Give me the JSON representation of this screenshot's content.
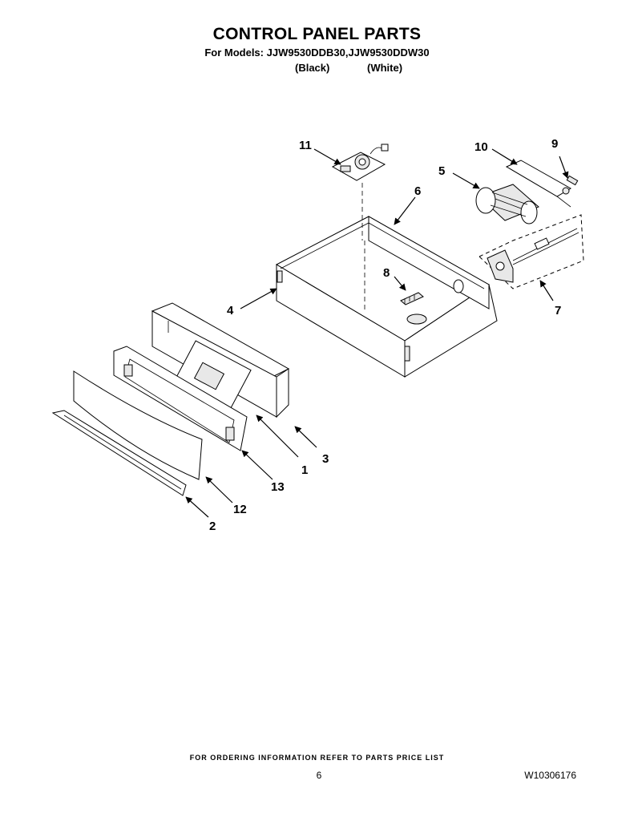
{
  "header": {
    "title": "CONTROL PANEL PARTS",
    "models_line": "For Models: JJW9530DDB30,JJW9530DDW30",
    "variant_black": "(Black)",
    "variant_white": "(White)"
  },
  "callouts": {
    "c1": "1",
    "c2": "2",
    "c3": "3",
    "c4": "4",
    "c5": "5",
    "c6": "6",
    "c7": "7",
    "c8": "8",
    "c9": "9",
    "c10": "10",
    "c11": "11",
    "c12": "12",
    "c13": "13"
  },
  "footer": {
    "ordering_note": "FOR ORDERING INFORMATION REFER TO PARTS PRICE LIST",
    "page_number": "6",
    "document_number": "W10306176"
  }
}
